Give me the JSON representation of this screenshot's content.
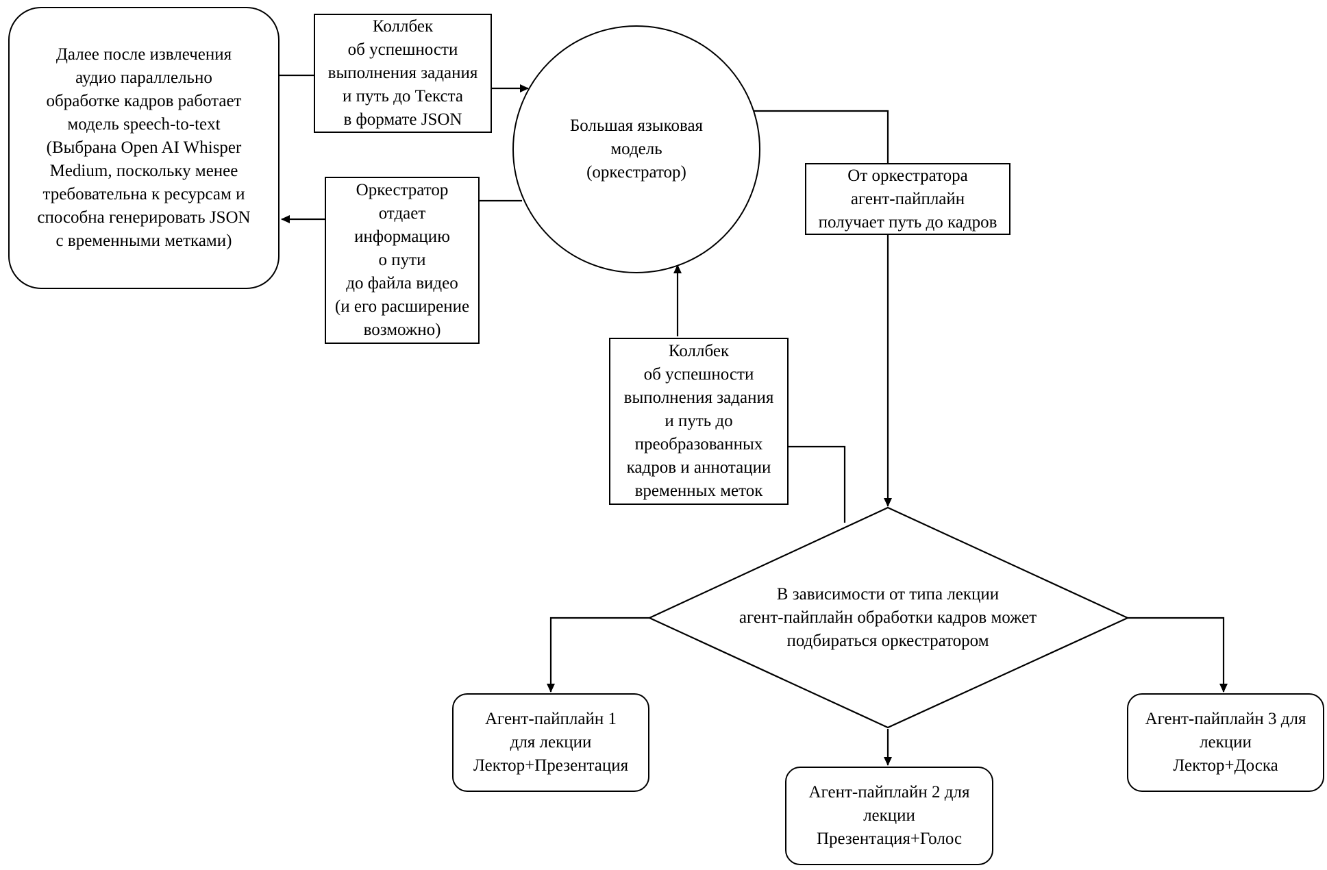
{
  "nodes": {
    "stt_box": {
      "lines": [
        "Далее после извлечения",
        "аудио параллельно",
        "обработке кадров работает",
        "модель speech-to-text",
        "(Выбрана Open AI Whisper",
        "Medium, поскольку менее",
        "требовательна к ресурсам и",
        "способна генерировать JSON",
        "с временными метками)"
      ]
    },
    "callback_text_box": {
      "lines": [
        "Коллбек",
        "об успешности",
        "выполнения задания",
        "и путь до Текста",
        "в формате JSON"
      ]
    },
    "orchestrator_video_box": {
      "lines": [
        "Оркестратор",
        "отдает",
        "информацию",
        "о пути",
        "до файла видео",
        "(и его расширение",
        "возможно)"
      ]
    },
    "llm_circle": {
      "lines": [
        "Большая языковая",
        "модель",
        "(оркестратор)"
      ]
    },
    "frames_path_box": {
      "lines": [
        "От оркестратора",
        "агент-пайплайн",
        "получает путь до кадров"
      ]
    },
    "callback_frames_box": {
      "lines": [
        "Коллбек",
        "об успешности",
        "выполнения задания",
        "и путь до",
        "преобразованных",
        "кадров и аннотации",
        "временных меток"
      ]
    },
    "decision_diamond": {
      "lines": [
        "В зависимости от типа лекции",
        "агент-пайплайн обработки кадров может",
        "подбираться оркестратором"
      ]
    },
    "pipeline_1": {
      "lines": [
        "Агент-пайплайн 1",
        "для лекции",
        "Лектор+Презентация"
      ]
    },
    "pipeline_2": {
      "lines": [
        "Агент-пайплайн 2 для",
        "лекции",
        "Презентация+Голос"
      ]
    },
    "pipeline_3": {
      "lines": [
        "Агент-пайплайн 3 для",
        "лекции",
        "Лектор+Доска"
      ]
    }
  }
}
